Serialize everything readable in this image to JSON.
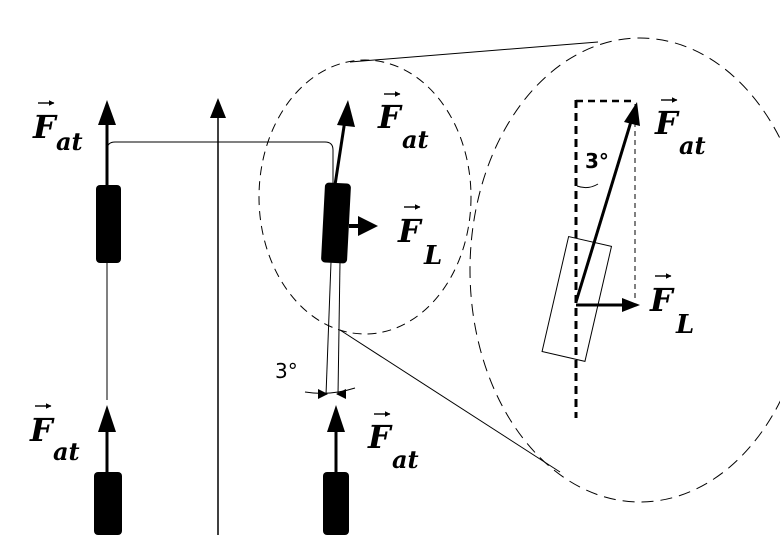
{
  "labels": {
    "force_traction": "F",
    "force_traction_sub": "at",
    "force_lateral": "F",
    "force_lateral_sub": "L",
    "angle": "3°"
  },
  "colors": {
    "ink": "#000000",
    "background": "#ffffff"
  }
}
